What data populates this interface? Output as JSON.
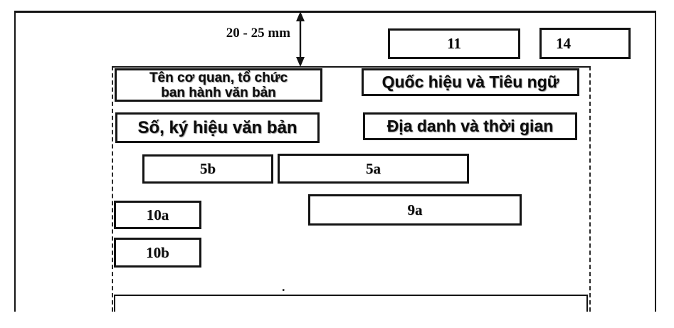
{
  "diagram": {
    "margin_annotation": "20 - 25 mm",
    "top_boxes": {
      "box11": "11",
      "box14": "14"
    },
    "header_boxes": {
      "agency_line1": "Tên cơ quan, tổ chức",
      "agency_line2": "ban hành văn bản",
      "national_motto": "Quốc hiệu và Tiêu ngữ",
      "doc_number": "Số, ký hiệu văn bản",
      "place_and_time": "Địa danh và thời gian"
    },
    "field_boxes": {
      "box5b": "5b",
      "box5a": "5a",
      "box9a": "9a",
      "box10a": "10a",
      "box10b": "10b"
    },
    "artifacts": {
      "stray_dot": "."
    }
  }
}
